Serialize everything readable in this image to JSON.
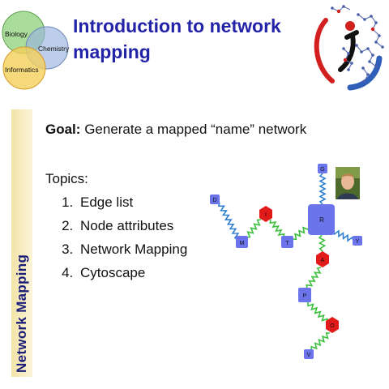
{
  "header": {
    "title_line1": "Introduction to network",
    "title_line2": "mapping"
  },
  "venn": {
    "biology": "Biology",
    "chemistry": "Chemistry",
    "informatics": "Informatics",
    "colors": {
      "biology": "#8dd07a",
      "chemistry": "#9ab3df",
      "informatics": "#f4cf5a"
    }
  },
  "sidebar": {
    "label": "Network Mapping"
  },
  "goal": {
    "label": "Goal:",
    "text": "Generate a mapped “name” network"
  },
  "topics": {
    "heading": "Topics:",
    "items": [
      "Edge list",
      "Node attributes",
      "Network Mapping",
      "Cytoscape"
    ]
  },
  "network": {
    "nodes": {
      "G": "G",
      "D": "D",
      "I": "I",
      "R": "R",
      "M": "M",
      "T": "T",
      "Y": "Y",
      "A": "A",
      "P": "P",
      "O": "O",
      "V": "V"
    },
    "colors": {
      "square": "#6c74ec",
      "hexagon": "#e11a1a",
      "edge_green": "#3fbf3f",
      "edge_blue": "#2f7fd0"
    }
  }
}
